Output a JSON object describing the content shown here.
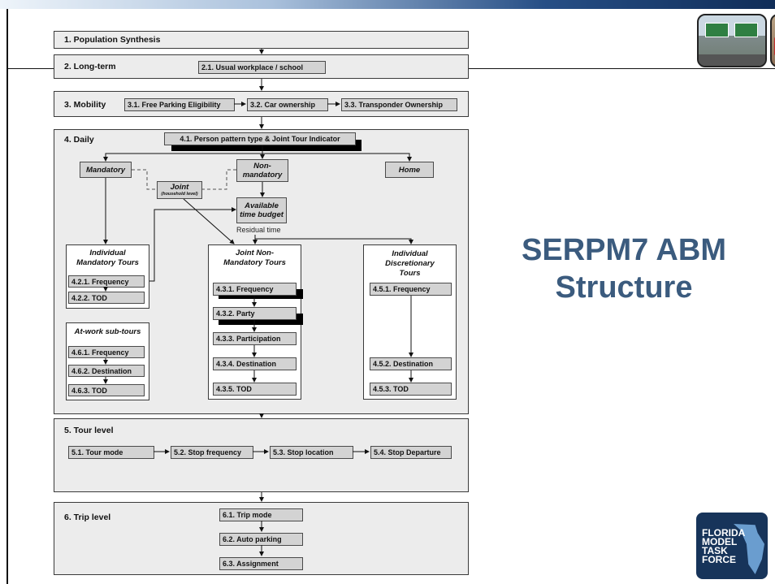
{
  "slide": {
    "title_line1": "SERPM7 ABM",
    "title_line2": "Structure",
    "logo": {
      "lines": [
        "FLORIDA",
        "MODEL",
        "TASK",
        "FORCE"
      ]
    }
  },
  "sections": {
    "s1": {
      "title": "1. Population Synthesis"
    },
    "s2": {
      "title": "2. Long-term",
      "boxes": [
        "2.1. Usual workplace / school"
      ]
    },
    "s3": {
      "title": "3. Mobility",
      "boxes": [
        "3.1. Free Parking Eligibility",
        "3.2. Car ownership",
        "3.3. Transponder Ownership"
      ]
    },
    "s4": {
      "title": "4. Daily",
      "top_box": "4.1. Person pattern type & Joint Tour Indicator",
      "mandatory": "Mandatory",
      "nonmandatory_1": "Non-",
      "nonmandatory_2": "mandatory",
      "home": "Home",
      "joint": "Joint",
      "joint_sub": "(household level)",
      "time_budget_1": "Available",
      "time_budget_2": "time budget",
      "residual": "Residual time",
      "ind_mand": {
        "title_1": "Individual",
        "title_2": "Mandatory Tours",
        "items": [
          "4.2.1. Frequency",
          "4.2.2. TOD"
        ]
      },
      "atwork": {
        "title": "At-work sub-tours",
        "items": [
          "4.6.1. Frequency",
          "4.6.2. Destination",
          "4.6.3. TOD"
        ]
      },
      "joint_nm": {
        "title_1": "Joint Non-",
        "title_2": "Mandatory Tours",
        "items": [
          "4.3.1. Frequency",
          "4.3.2. Party",
          "4.3.3. Participation",
          "4.3.4. Destination",
          "4.3.5. TOD"
        ]
      },
      "ind_disc": {
        "title_1": "Individual",
        "title_2": "Discretionary",
        "title_3": "Tours",
        "items": [
          "4.5.1. Frequency",
          "4.5.2. Destination",
          "4.5.3. TOD"
        ]
      }
    },
    "s5": {
      "title": "5. Tour level",
      "boxes": [
        "5.1. Tour mode",
        "5.2. Stop frequency",
        "5.3. Stop location",
        "5.4. Stop Departure"
      ]
    },
    "s6": {
      "title": "6. Trip level",
      "boxes": [
        "6.1. Trip mode",
        "6.2. Auto parking",
        "6.3. Assignment"
      ]
    }
  },
  "colors": {
    "heading": "#3b5b7e",
    "section_fill": "#ececec",
    "box_fill": "#d3d3d3",
    "logo_bg": "#17345a"
  }
}
